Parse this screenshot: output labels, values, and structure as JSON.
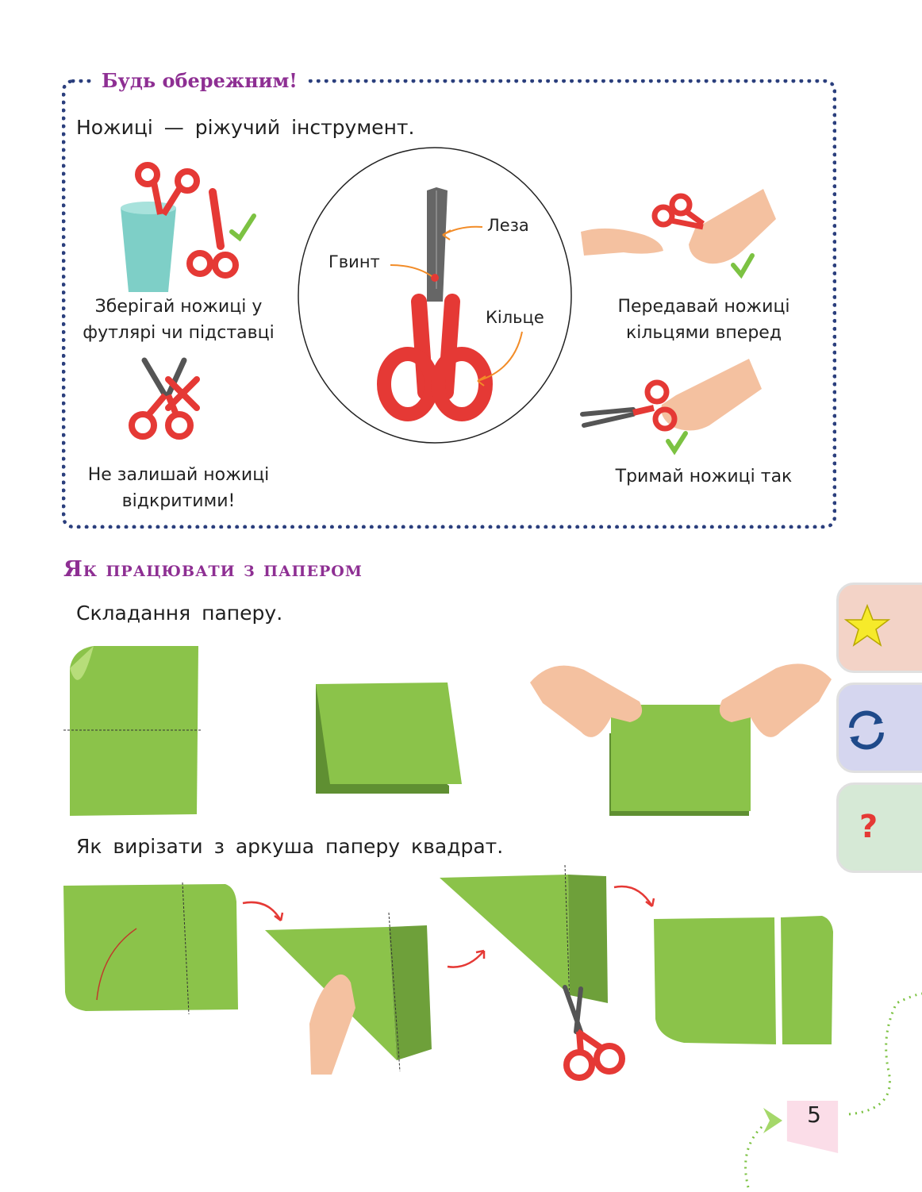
{
  "caution": {
    "title": "Будь обережним!",
    "intro": "Ножиці — ріжучий інструмент.",
    "items": [
      {
        "caption": "Зберігай ножиці у\nфутлярі чи підставці"
      },
      {
        "caption": "Не залишай ножиці\nвідкритими!"
      },
      {
        "caption": "Передавай ножиці\nкільцями вперед"
      },
      {
        "caption": "Тримай ножиці так"
      }
    ],
    "diagram_labels": {
      "blades": "Леза",
      "screw": "Гвинт",
      "ring": "Кільце"
    }
  },
  "section": {
    "title": "Як працювати з папером",
    "folding_title": "Складання паперу.",
    "cutting_title": "Як вирізати з аркуша паперу квадрат."
  },
  "side_tabs": [
    {
      "icon": "star-icon",
      "color": "#f3d3c7"
    },
    {
      "icon": "refresh-icon",
      "color": "#d5d6ef"
    },
    {
      "icon": "question-icon",
      "glyph": "?",
      "color": "#d6e9d6"
    }
  ],
  "page_number": "5",
  "colors": {
    "accent_purple": "#8e2f93",
    "dots_navy": "#2b3f7d",
    "paper_green": "#8bc34a",
    "scissors_red": "#e53935",
    "check_green": "#7cc242"
  }
}
